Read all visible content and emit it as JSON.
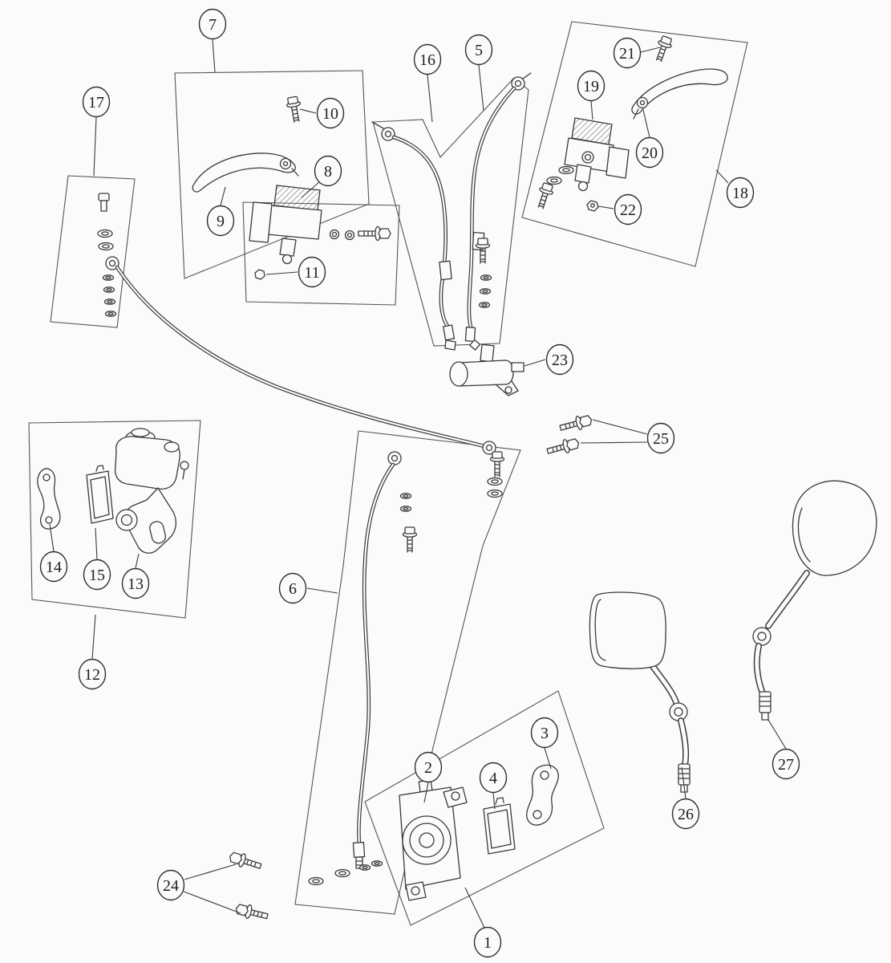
{
  "style": {
    "paper_color": "#fbfbfb",
    "ink_color": "#3a3a3a"
  },
  "diagram": {
    "type": "exploded-parts-diagram",
    "callouts": [
      {
        "label": "1",
        "part": "front brake caliper assembly group"
      },
      {
        "label": "2",
        "part": "brake caliper"
      },
      {
        "label": "3",
        "part": "caliper mounting bracket"
      },
      {
        "label": "4",
        "part": "brake pad"
      },
      {
        "label": "5",
        "part": "brake hose"
      },
      {
        "label": "6",
        "part": "rear brake hose"
      },
      {
        "label": "7",
        "part": "front brake lever and master cylinder group"
      },
      {
        "label": "8",
        "part": "front master cylinder"
      },
      {
        "label": "9",
        "part": "front brake lever"
      },
      {
        "label": "10",
        "part": "bolt"
      },
      {
        "label": "11",
        "part": "nut"
      },
      {
        "label": "12",
        "part": "rear brake caliper assembly group"
      },
      {
        "label": "13",
        "part": "brake caliper"
      },
      {
        "label": "14",
        "part": "bracket plate"
      },
      {
        "label": "15",
        "part": "brake pad"
      },
      {
        "label": "16",
        "part": "brake hose"
      },
      {
        "label": "17",
        "part": "hose fittings group"
      },
      {
        "label": "18",
        "part": "rear brake lever and master cylinder group"
      },
      {
        "label": "19",
        "part": "rear master cylinder"
      },
      {
        "label": "20",
        "part": "rear brake lever"
      },
      {
        "label": "21",
        "part": "bolt"
      },
      {
        "label": "22",
        "part": "nut"
      },
      {
        "label": "23",
        "part": "hose junction valve"
      },
      {
        "label": "24",
        "part": "flange bolts"
      },
      {
        "label": "25",
        "part": "flange bolts"
      },
      {
        "label": "26",
        "part": "rear-view mirror left"
      },
      {
        "label": "27",
        "part": "rear-view mirror right"
      }
    ]
  }
}
